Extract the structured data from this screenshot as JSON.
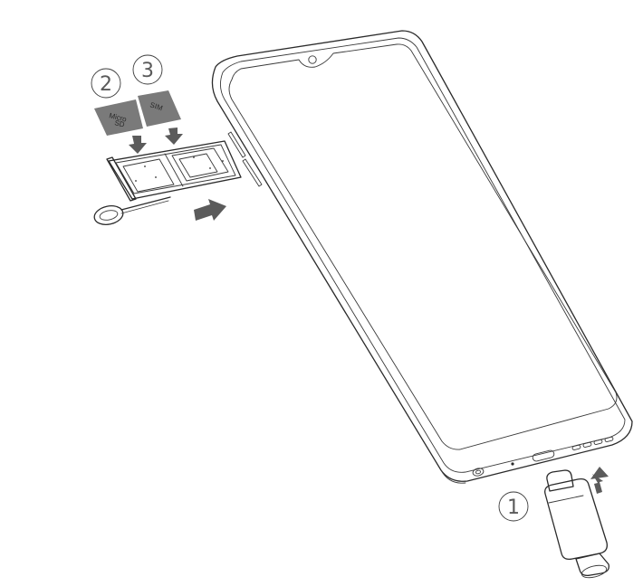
{
  "steps": {
    "usb": "1",
    "microsd": "2",
    "sim": "3"
  },
  "cards": {
    "microsd_line1": "Micro",
    "microsd_line2": "SD",
    "sim": "SIM"
  },
  "colors": {
    "line": "#2b2b2b",
    "arrow": "#5b5b5b",
    "card_fill": "#7a7a7a",
    "number": "#5a5a5a"
  },
  "icons": {
    "insert_arrow": "arrow-icon",
    "ejector_pin": "sim-ejector-pin-icon"
  }
}
